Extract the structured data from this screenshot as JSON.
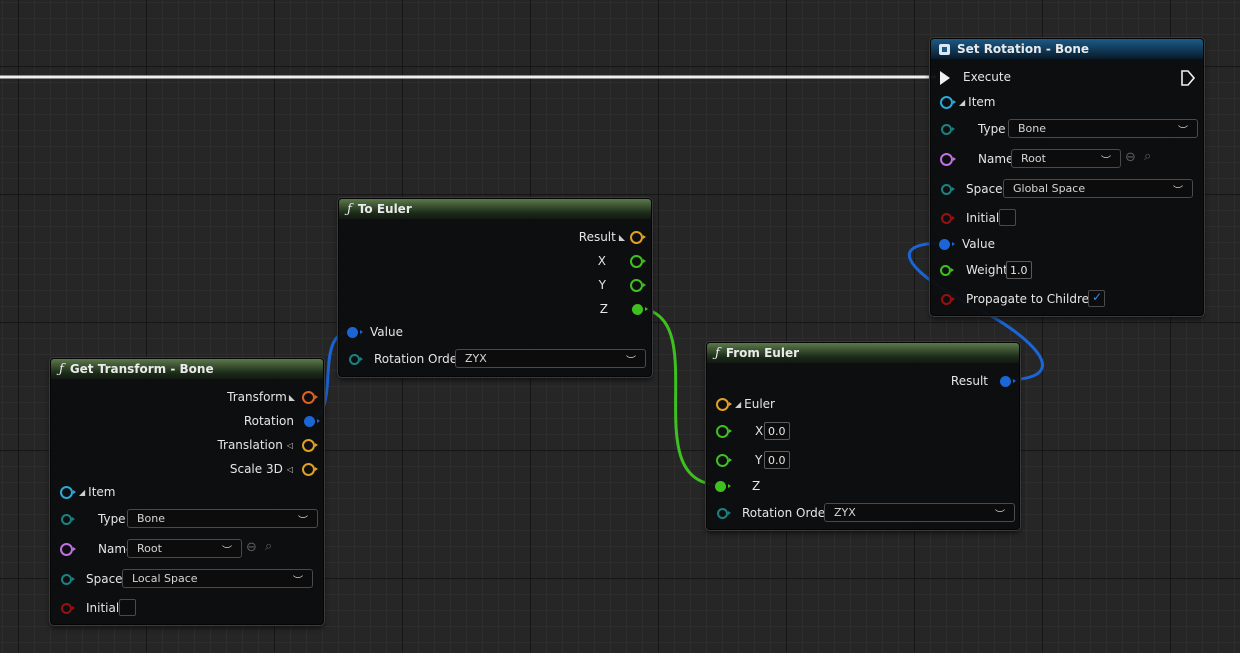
{
  "colors": {
    "rotation_pin": "#1a66d6",
    "vector_pin": "#e0a020",
    "transform_pin": "#e06020",
    "float_pin": "#3ec01e",
    "enum_pin": "#1e8080",
    "name_pin": "#c070e0",
    "bool_pin": "#9a1010",
    "struct_pin": "#2aa8d8",
    "exec_line": "#f0f0f0"
  },
  "get_transform": {
    "title": "Get Transform - Bone",
    "outputs": {
      "transform": "Transform",
      "rotation": "Rotation",
      "translation": "Translation",
      "scale": "Scale 3D"
    },
    "item_label": "Item",
    "type_label": "Type",
    "type_value": "Bone",
    "name_label": "Name",
    "name_value": "Root",
    "space_label": "Space",
    "space_value": "Local Space",
    "initial_label": "Initial"
  },
  "to_euler": {
    "title": "To Euler",
    "result": "Result",
    "x": "X",
    "y": "Y",
    "z": "Z",
    "value": "Value",
    "rotation_order_label": "Rotation Order",
    "rotation_order_value": "ZYX"
  },
  "from_euler": {
    "title": "From Euler",
    "result": "Result",
    "euler": "Euler",
    "x": "X",
    "x_value": "0.0",
    "y": "Y",
    "y_value": "0.0",
    "z": "Z",
    "rotation_order_label": "Rotation Order",
    "rotation_order_value": "ZYX"
  },
  "set_rotation": {
    "title": "Set Rotation - Bone",
    "execute": "Execute",
    "item_label": "Item",
    "type_label": "Type",
    "type_value": "Bone",
    "name_label": "Name",
    "name_value": "Root",
    "space_label": "Space",
    "space_value": "Global Space",
    "initial_label": "Initial",
    "value_label": "Value",
    "weight_label": "Weight",
    "weight_value": "1.0",
    "propagate_label": "Propagate to Children",
    "propagate_checked": true
  },
  "icons": {
    "function": "function-icon",
    "set_node": "set-node-icon",
    "expand": "expand-triangle-icon",
    "chevron": "chevron-down-icon",
    "use_selected": "use-selected-arrow-icon",
    "browse": "browse-search-icon",
    "checkmark": "checkmark-icon"
  }
}
